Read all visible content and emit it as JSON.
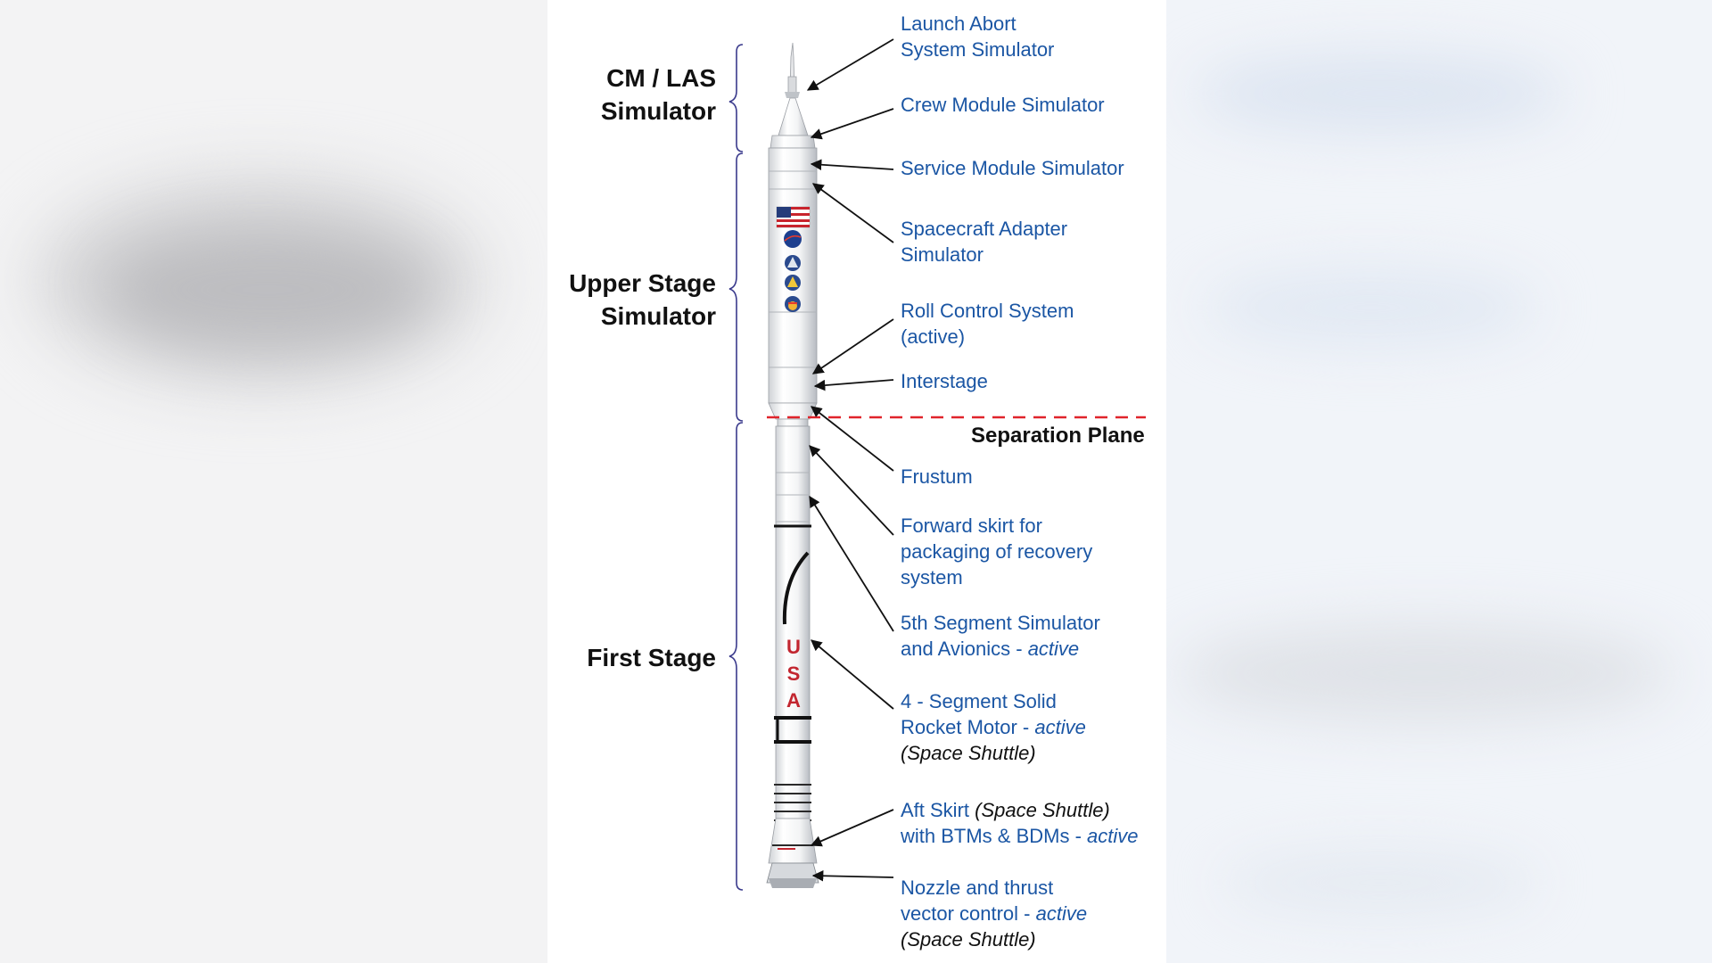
{
  "colors": {
    "label_blue": "#1b56a4",
    "group_text": "#111111",
    "separation_line": "#e0242b",
    "brace": "#3a3a8c"
  },
  "groups": [
    {
      "lines": [
        "CM / LAS",
        "Simulator"
      ]
    },
    {
      "lines": [
        "Upper Stage",
        "Simulator"
      ]
    },
    {
      "lines": [
        "First Stage"
      ]
    }
  ],
  "separation_plane": "Separation Plane",
  "rocket_markings": {
    "letters": [
      "U",
      "S",
      "A"
    ]
  },
  "callouts": [
    {
      "lines": [
        {
          "text": "Launch Abort"
        },
        {
          "text": "System Simulator"
        }
      ]
    },
    {
      "lines": [
        {
          "text": "Crew Module Simulator"
        }
      ]
    },
    {
      "lines": [
        {
          "text": "Service Module Simulator"
        }
      ]
    },
    {
      "lines": [
        {
          "text": "Spacecraft Adapter"
        },
        {
          "text": "Simulator"
        }
      ]
    },
    {
      "lines": [
        {
          "text": "Roll Control System"
        },
        {
          "text": "(active)"
        }
      ]
    },
    {
      "lines": [
        {
          "text": "Interstage"
        }
      ]
    },
    {
      "lines": [
        {
          "text": "Frustum"
        }
      ]
    },
    {
      "lines": [
        {
          "text": "Forward skirt for"
        },
        {
          "text": "packaging of recovery"
        },
        {
          "text": "system"
        }
      ]
    },
    {
      "lines": [
        {
          "text": "5th Segment Simulator"
        },
        {
          "text": "and Avionics - ",
          "em": "active"
        }
      ]
    },
    {
      "lines": [
        {
          "text": "4 - Segment Solid"
        },
        {
          "text": "Rocket Motor - ",
          "em": "active"
        },
        {
          "note": "(Space Shuttle)"
        }
      ]
    },
    {
      "lines": [
        {
          "text": "Aft Skirt ",
          "note": "(Space Shuttle)"
        },
        {
          "text": "with BTMs & BDMs - ",
          "em": "active"
        }
      ]
    },
    {
      "lines": [
        {
          "text": "Nozzle and thrust"
        },
        {
          "text": "vector control - ",
          "em": "active"
        },
        {
          "note": "(Space Shuttle)"
        }
      ]
    }
  ]
}
